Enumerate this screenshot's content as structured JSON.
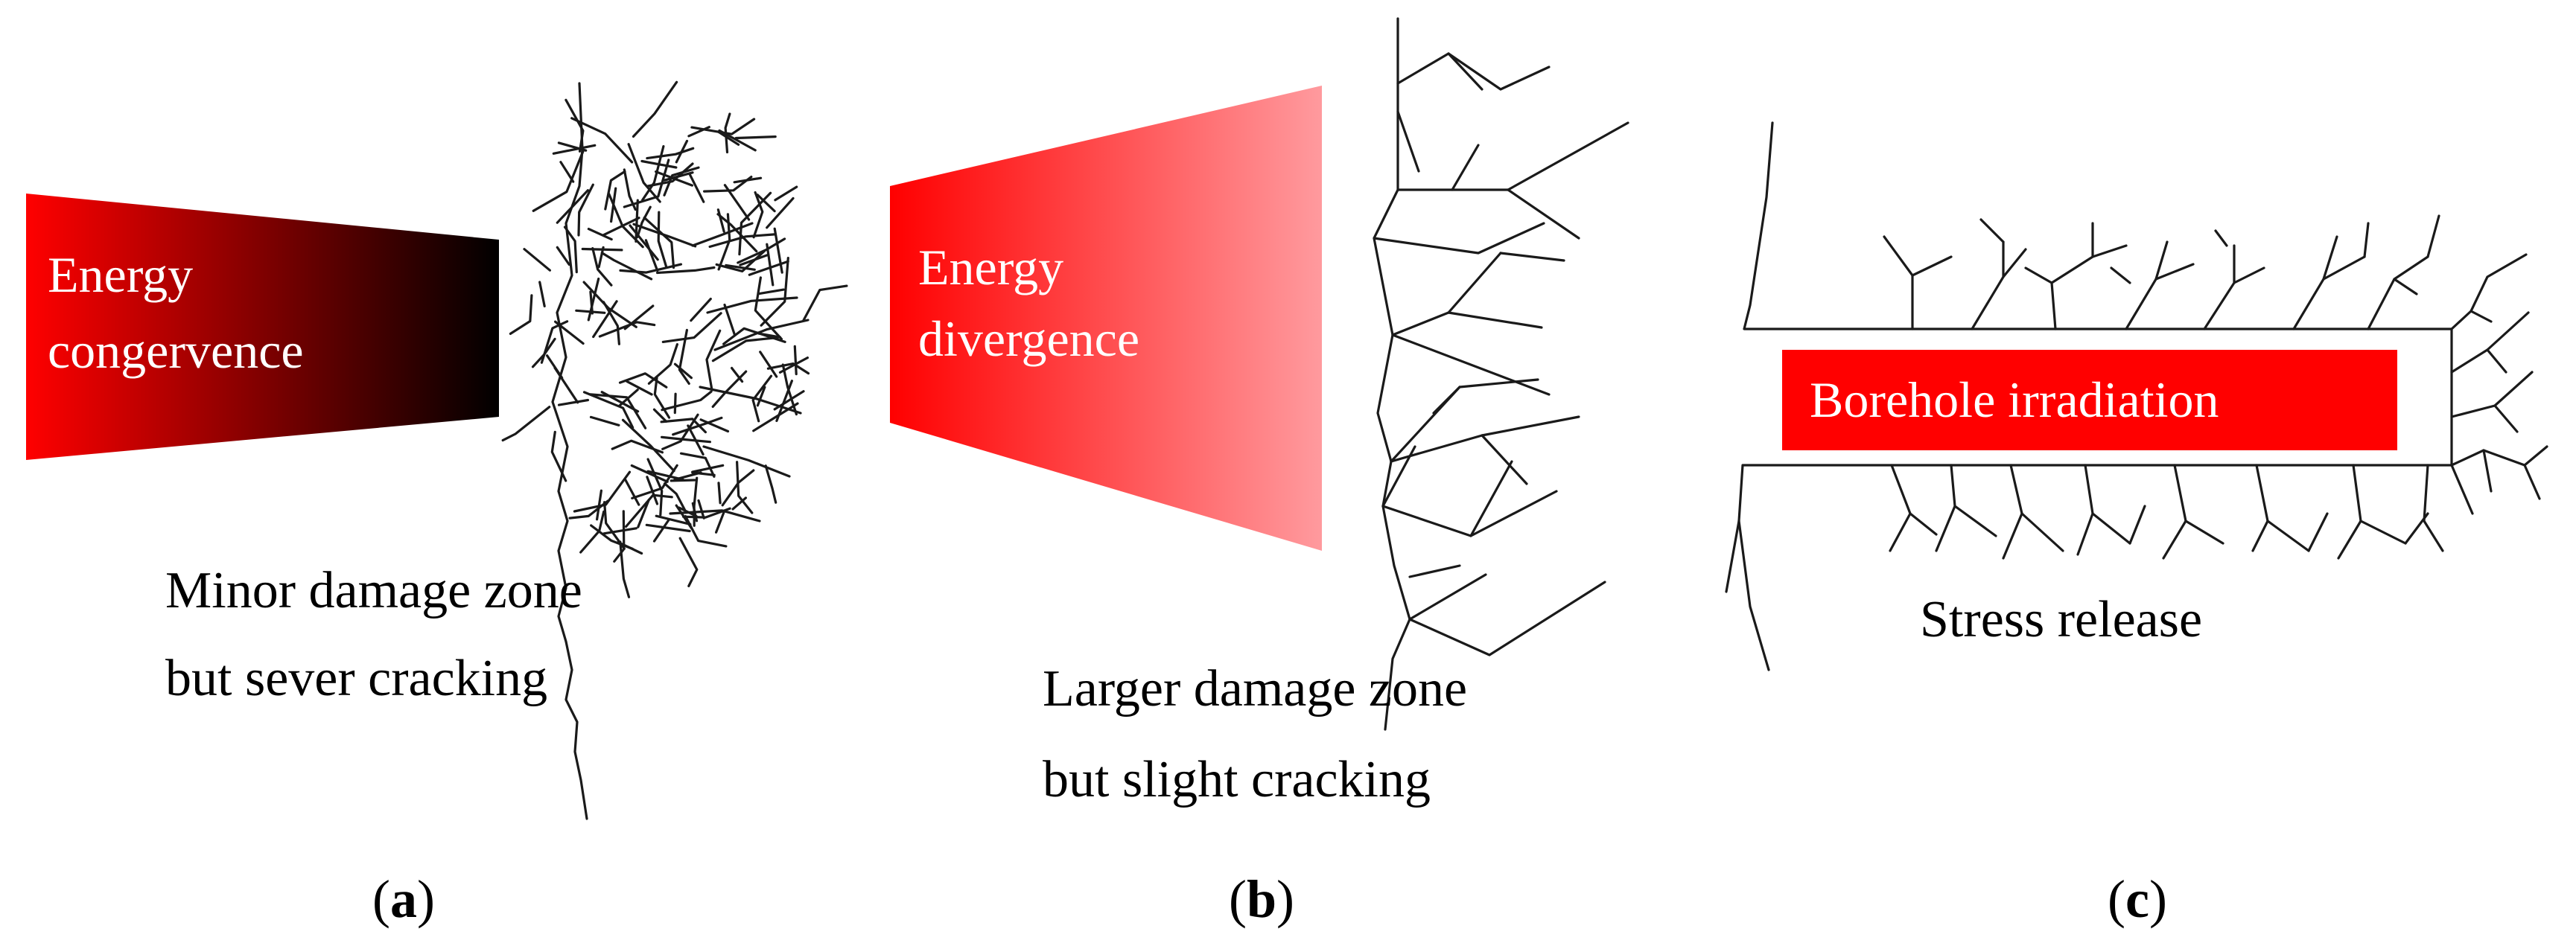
{
  "colors": {
    "red": "#ff0000",
    "light_red": "#ff9a9e",
    "dark": "#000000",
    "crack": "#1a1a1a",
    "text": "#000000",
    "background": "#ffffff"
  },
  "panels": [
    {
      "id": "a",
      "beam_label_lines": [
        "Energy",
        "congervence"
      ],
      "caption_lines": [
        "Minor damage zone",
        "but sever cracking"
      ],
      "label_open": "(",
      "label_letter": "a",
      "label_close": ")"
    },
    {
      "id": "b",
      "beam_label_lines": [
        "Energy",
        "divergence"
      ],
      "caption_lines": [
        "Larger damage zone",
        "but slight cracking"
      ],
      "label_open": "(",
      "label_letter": "b",
      "label_close": ")"
    },
    {
      "id": "c",
      "beam_label": "Borehole irradiation",
      "caption": "Stress release",
      "label_open": "(",
      "label_letter": "c",
      "label_close": ")"
    }
  ]
}
